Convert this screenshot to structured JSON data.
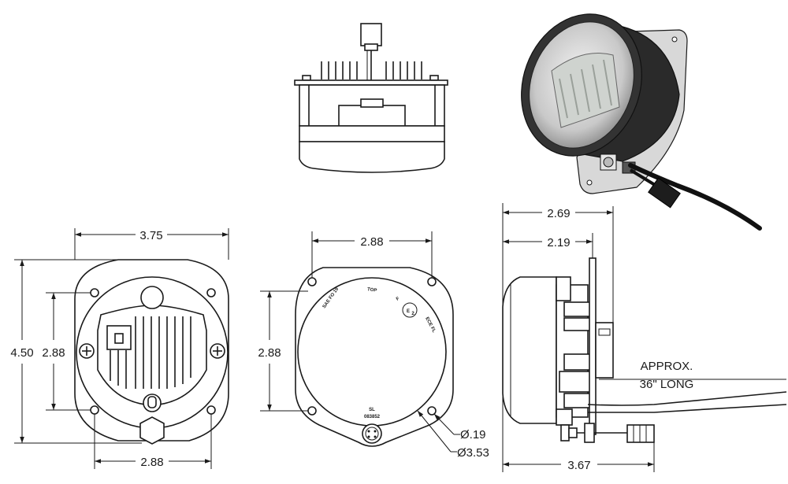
{
  "dimensions": {
    "front_width": "3.75",
    "front_height": "4.50",
    "front_inner_height": "2.88",
    "front_bottom_width": "2.88",
    "back_top_width": "2.88",
    "back_height": "2.88",
    "hole_dia": "Ø.19",
    "lens_dia": "Ø3.53",
    "side_depth_total": "2.69",
    "side_depth_housing": "2.19",
    "side_bottom_width": "3.67"
  },
  "cable_note": {
    "line1": "APPROX.",
    "line2": "36\" LONG"
  },
  "markings": {
    "top": "TOP",
    "sae": "SAE FO 19",
    "ece": "E",
    "ece_num": "2",
    "ece_code": "ECE FL",
    "sl": "SL",
    "part": "083852"
  }
}
